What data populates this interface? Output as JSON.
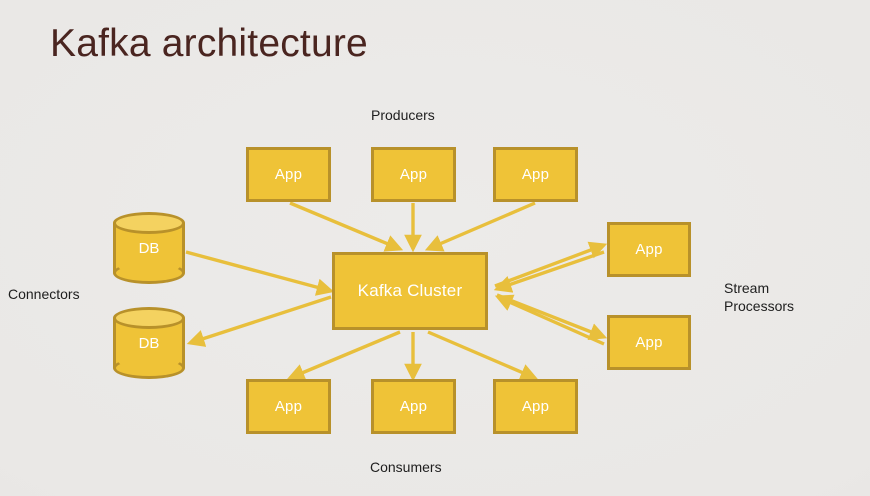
{
  "slide": {
    "title": "Kafka architecture",
    "background_color": "#eae8e6",
    "title_color": "#4a2520",
    "node_fill": "#efc337",
    "node_border": "#b8912a",
    "node_text_color": "#ffffff",
    "arrow_color": "#e8bf3c",
    "caption_color": "#1e1e1e"
  },
  "captions": {
    "producers": "Producers",
    "consumers": "Consumers",
    "connectors": "Connectors",
    "stream_processors": "Stream\nProcessors"
  },
  "cluster": {
    "label": "Kafka Cluster"
  },
  "producers": [
    {
      "label": "App"
    },
    {
      "label": "App"
    },
    {
      "label": "App"
    }
  ],
  "consumers": [
    {
      "label": "App"
    },
    {
      "label": "App"
    },
    {
      "label": "App"
    }
  ],
  "stream_processors": [
    {
      "label": "App"
    },
    {
      "label": "App"
    }
  ],
  "connectors": [
    {
      "label": "DB"
    },
    {
      "label": "DB"
    }
  ]
}
